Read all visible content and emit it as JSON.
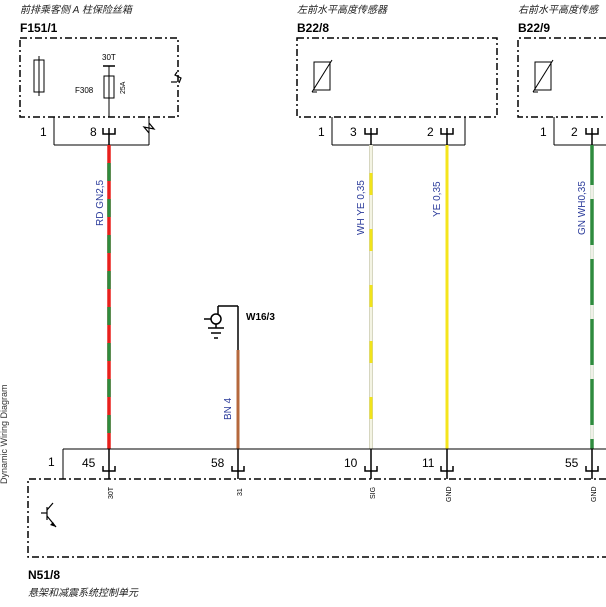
{
  "side_label": "Dynamic Wiring Diagram",
  "components": {
    "f151": {
      "caption": "前排乘客侧 A 柱保险丝箱",
      "id": "F151/1",
      "fuse_id": "F308",
      "fuse_rating": "25A",
      "fuse_terminal": "30T"
    },
    "b22_8": {
      "caption": "左前水平高度传感器",
      "id": "B22/8"
    },
    "b22_9": {
      "caption": "右前水平高度传感",
      "id": "B22/9"
    },
    "ground": {
      "id": "W16/3"
    },
    "n51": {
      "id": "N51/8",
      "caption": "悬架和减震系统控制单元"
    }
  },
  "pins": {
    "f151_1": "1",
    "f151_8": "8",
    "b22_8_1": "1",
    "b22_8_3": "3",
    "b22_8_2": "2",
    "b22_9_1": "1",
    "b22_9_2": "2",
    "n51_1": "1",
    "n51_45": "45",
    "n51_58": "58",
    "n51_10": "10",
    "n51_11": "11",
    "n51_55": "55"
  },
  "pin_functions": {
    "p45": "30T",
    "p58": "31",
    "p10": "SIG",
    "p11": "GND",
    "p55": "GND"
  },
  "wires": [
    {
      "label": "RD GN2,5",
      "colors": [
        "#e8201c",
        "#2e8b3e"
      ]
    },
    {
      "label": "BN  4",
      "colors": [
        "#b5683c"
      ]
    },
    {
      "label": "WH YE 0,35",
      "colors": [
        "#f0f0d8",
        "#f2e41a"
      ]
    },
    {
      "label": "YE  0,35",
      "colors": [
        "#f5e51c"
      ]
    },
    {
      "label": "GN WH0,35",
      "colors": [
        "#2e8b3e",
        "#f0f0e8"
      ]
    }
  ]
}
